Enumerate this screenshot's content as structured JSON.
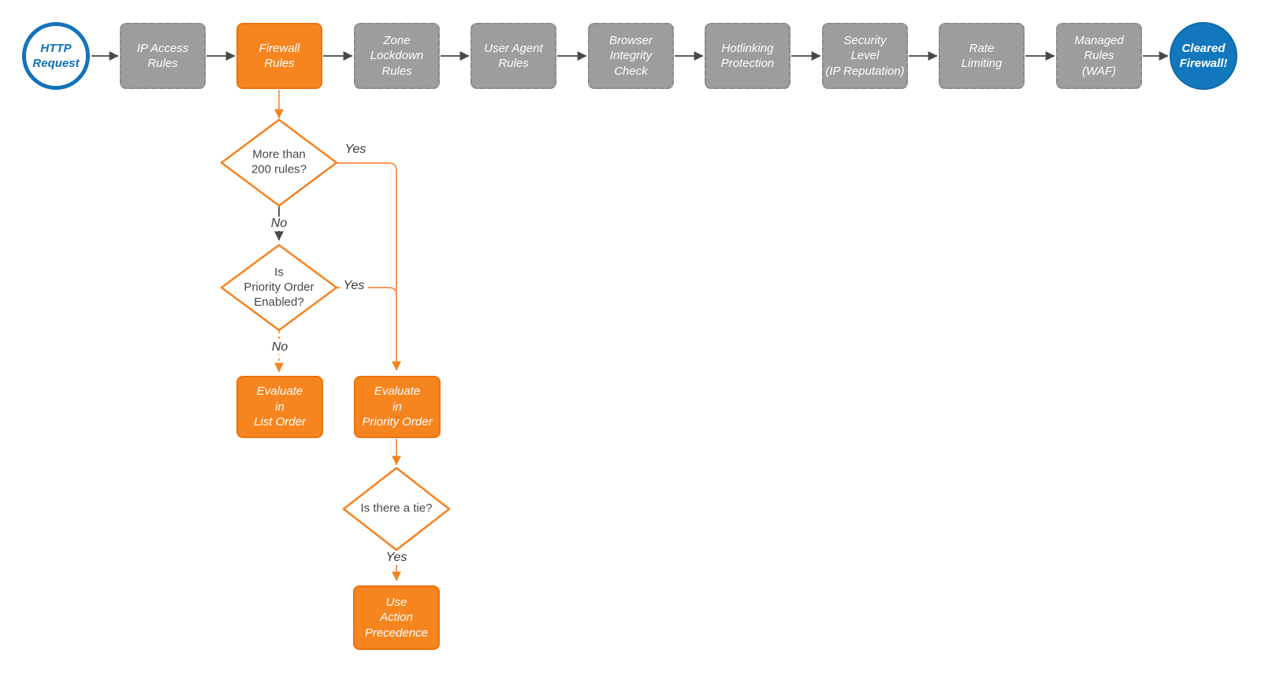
{
  "diagram": {
    "colors": {
      "node_gray": "#9d9d9d",
      "node_orange": "#f6851f",
      "brand_blue": "#1373ba",
      "line_gray": "#5d5d5d",
      "line_orange": "#f49a5e",
      "arrow_orange": "#f6821f",
      "arrow_gray": "#484848",
      "decision_text": "#474747"
    },
    "start_node": {
      "label": "HTTP\nRequest"
    },
    "end_node": {
      "label": "Cleared\nFirewall!"
    },
    "pipeline": [
      {
        "id": "ip-access-rules",
        "label": "IP Access\nRules",
        "variant": "gray"
      },
      {
        "id": "firewall-rules",
        "label": "Firewall\nRules",
        "variant": "orange"
      },
      {
        "id": "zone-lockdown-rules",
        "label": "Zone\nLockdown\nRules",
        "variant": "gray"
      },
      {
        "id": "user-agent-rules",
        "label": "User Agent\nRules",
        "variant": "gray"
      },
      {
        "id": "browser-integrity-check",
        "label": "Browser\nIntegrity\nCheck",
        "variant": "gray"
      },
      {
        "id": "hotlinking-protection",
        "label": "Hotlinking\nProtection",
        "variant": "gray"
      },
      {
        "id": "security-level",
        "label": "Security\nLevel\n(IP Reputation)",
        "variant": "gray"
      },
      {
        "id": "rate-limiting",
        "label": "Rate\nLimiting",
        "variant": "gray"
      },
      {
        "id": "managed-rules-waf",
        "label": "Managed\nRules\n(WAF)",
        "variant": "gray"
      }
    ],
    "decisions": [
      {
        "id": "more-than-200-rules",
        "label": "More than\n200 rules?"
      },
      {
        "id": "priority-order-enabled",
        "label": "Is\nPriority Order\nEnabled?"
      },
      {
        "id": "is-there-a-tie",
        "label": "Is there a tie?"
      }
    ],
    "actions": [
      {
        "id": "evaluate-in-list-order",
        "label": "Evaluate\nin\nList Order"
      },
      {
        "id": "evaluate-in-priority-order",
        "label": "Evaluate\nin\nPriority Order"
      },
      {
        "id": "use-action-precedence",
        "label": "Use\nAction\nPrecedence"
      }
    ],
    "edge_labels": {
      "yes_200": "Yes",
      "no_200": "No",
      "yes_priority": "Yes",
      "no_priority": "No",
      "yes_tie": "Yes"
    }
  }
}
